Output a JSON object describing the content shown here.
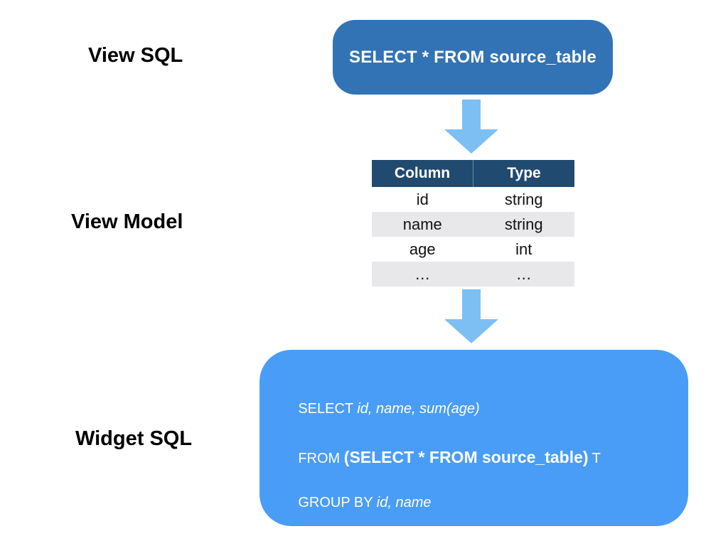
{
  "labels": {
    "view_sql": "View SQL",
    "view_model": "View Model",
    "widget_sql": "Widget SQL"
  },
  "view_sql_box": {
    "text": "SELECT * FROM source_table"
  },
  "view_model_table": {
    "headers": [
      "Column",
      "Type"
    ],
    "rows": [
      [
        "id",
        "string"
      ],
      [
        "name",
        "string"
      ],
      [
        "age",
        "int"
      ],
      [
        "…",
        "…"
      ]
    ]
  },
  "widget_sql_box": {
    "line1": {
      "keyword": "SELECT ",
      "args": "id, name, sum(age)"
    },
    "line2": {
      "keyword": "FROM ",
      "subquery": "(SELECT * FROM source_table)",
      "alias": " T"
    },
    "line3": {
      "keyword": "GROUP BY ",
      "args": "id, name"
    }
  },
  "icons": {
    "flow_arrow_1": "down-arrow-icon",
    "flow_arrow_2": "down-arrow-icon"
  },
  "colors": {
    "view_sql_box": "#3273B5",
    "table_header": "#214A70",
    "row_stripe": "#E8E8EA",
    "arrow": "#7DBFF2",
    "widget_sql_box": "#4A9DF6",
    "text_on_blue": "#FFFFFF",
    "label_text": "#000000"
  }
}
